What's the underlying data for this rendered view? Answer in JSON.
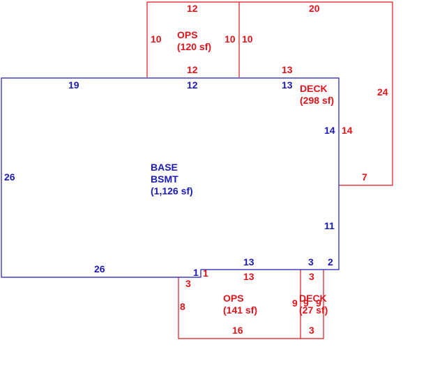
{
  "colors": {
    "red": "#e0141b",
    "blue": "#1a1ab8"
  },
  "areas": {
    "base": {
      "name": "BASE",
      "sub": "BSMT",
      "area": "(1,126 sf)"
    },
    "ops_top": {
      "name": "OPS",
      "area": "(120 sf)"
    },
    "deck_right": {
      "name": "DECK",
      "area": "(298 sf)"
    },
    "ops_bottom": {
      "name": "OPS",
      "area": "(141 sf)"
    },
    "deck_bottom": {
      "name": "DECK",
      "area": "(27 sf)"
    }
  },
  "dims": {
    "base_top_left": "19",
    "base_top_mid": "12",
    "base_top_right": "13",
    "base_left": "26",
    "base_right_upper": "14",
    "base_right_lower": "11",
    "base_bottom": "26",
    "base_notch_vertical": "1",
    "base_notch_horizontal": "13",
    "base_bottom_3": "3",
    "base_bottom_right_2": "2",
    "ops_top_top": "12",
    "ops_top_left": "10",
    "ops_top_right": "10",
    "ops_top_bottom": "12",
    "deck_right_top": "20",
    "deck_right_left_upper": "10",
    "deck_right_bottom_inner": "13",
    "deck_right_right": "24",
    "deck_right_inner_vertical": "14",
    "deck_right_bottom": "7",
    "ops_bottom_top_left": "3",
    "ops_bottom_top_1": "1",
    "ops_bottom_top": "13",
    "ops_bottom_left": "8",
    "ops_bottom_bottom": "16",
    "ops_bottom_right": "9",
    "deck_bottom_top": "3",
    "deck_bottom_left": "9",
    "deck_bottom_right": "9",
    "deck_bottom_bottom": "3"
  }
}
